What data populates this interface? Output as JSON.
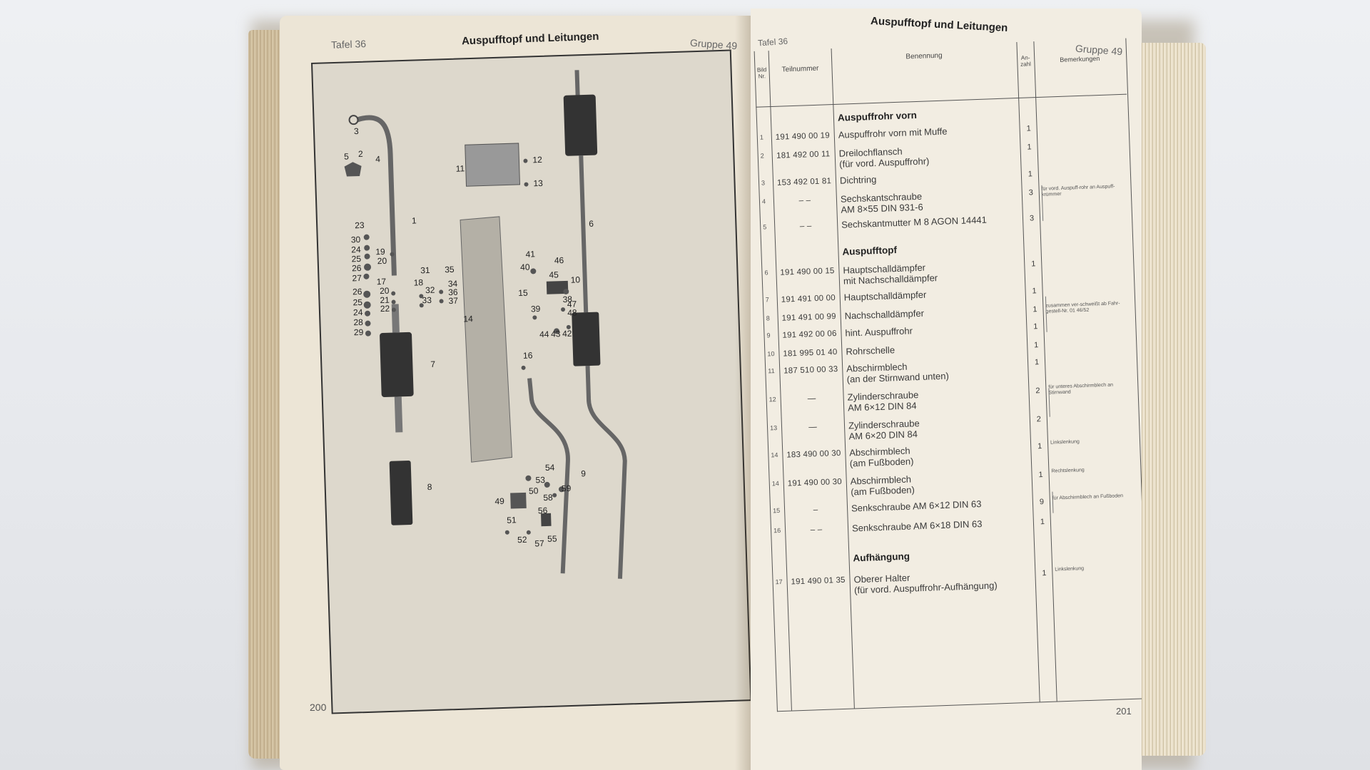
{
  "left_page": {
    "tafel": "Tafel 36",
    "title": "Auspufftopf und Leitungen",
    "gruppe": "Gruppe 49",
    "page_number": "200",
    "callouts": [
      "1",
      "2",
      "3",
      "4",
      "5",
      "6",
      "7",
      "8",
      "9",
      "10",
      "11",
      "12",
      "13",
      "14",
      "15",
      "16",
      "17",
      "18",
      "19",
      "20",
      "20",
      "21",
      "22",
      "23",
      "24",
      "24",
      "25",
      "25",
      "26",
      "26",
      "27",
      "28",
      "29",
      "30",
      "31",
      "32",
      "33",
      "34",
      "35",
      "36",
      "37",
      "38",
      "39",
      "40",
      "41",
      "42",
      "43",
      "44",
      "45",
      "46",
      "47",
      "48",
      "49",
      "50",
      "51",
      "52",
      "53",
      "54",
      "55",
      "56",
      "57",
      "58",
      "59"
    ]
  },
  "right_page": {
    "tafel": "Tafel 36",
    "title": "Auspufftopf und Leitungen",
    "gruppe": "Gruppe 49",
    "page_number": "201",
    "columns": {
      "pos": "Bild Nr.",
      "teilnummer": "Teilnummer",
      "benennung": "Benennung",
      "anzahl": "An-zahl",
      "bemerkungen": "Bemerkungen"
    },
    "sections": [
      {
        "heading": "Auspuffrohr vorn"
      },
      {
        "heading": "Auspufftopf"
      },
      {
        "heading": "Aufhängung"
      }
    ],
    "rows": [
      {
        "pos": "1",
        "teilnummer": "191 490 00 19",
        "benennung": "Auspuffrohr vorn mit Muffe",
        "anzahl": "1",
        "bemerkung": ""
      },
      {
        "pos": "2",
        "teilnummer": "181 492 00 11",
        "benennung": "Dreilochflansch",
        "benennung2": "(für vord. Auspuffrohr)",
        "anzahl": "1",
        "bemerkung": ""
      },
      {
        "pos": "3",
        "teilnummer": "153 492 01 81",
        "benennung": "Dichtring",
        "anzahl": "1",
        "bemerkung": ""
      },
      {
        "pos": "4",
        "teilnummer": "– –",
        "benennung": "Sechskantschraube",
        "benennung2": "AM 8×55 DIN 931-6",
        "anzahl": "3",
        "bemerkung": "für vord. Auspuff-rohr an Auspuff-krümmer"
      },
      {
        "pos": "5",
        "teilnummer": "– –",
        "benennung": "Sechskantmutter M 8 AGON 14441",
        "anzahl": "3",
        "bemerkung": ""
      },
      {
        "pos": "6",
        "teilnummer": "191 490 00 15",
        "benennung": "Hauptschalldämpfer",
        "benennung2": "mit Nachschalldämpfer",
        "anzahl": "1",
        "bemerkung": ""
      },
      {
        "pos": "7",
        "teilnummer": "191 491 00 00",
        "benennung": "Hauptschalldämpfer",
        "anzahl": "1",
        "bemerkung": ""
      },
      {
        "pos": "8",
        "teilnummer": "191 491 00 99",
        "benennung": "Nachschalldämpfer",
        "anzahl": "1",
        "bemerkung": "zusammen ver-schweißt ab Fahr-gestell-Nr. 01 46/52"
      },
      {
        "pos": "9",
        "teilnummer": "191 492 00 06",
        "benennung": "hint. Auspuffrohr",
        "anzahl": "1",
        "bemerkung": ""
      },
      {
        "pos": "10",
        "teilnummer": "181 995 01 40",
        "benennung": "Rohrschelle",
        "anzahl": "1",
        "bemerkung": ""
      },
      {
        "pos": "11",
        "teilnummer": "187 510 00 33",
        "benennung": "Abschirmblech",
        "benennung2": "(an der Stirnwand unten)",
        "anzahl": "1",
        "bemerkung": ""
      },
      {
        "pos": "12",
        "teilnummer": "—",
        "benennung": "Zylinderschraube",
        "benennung2": "AM 6×12 DIN 84",
        "anzahl": "2",
        "bemerkung": "für unteres Abschirmblech an Stirnwand"
      },
      {
        "pos": "13",
        "teilnummer": "—",
        "benennung": "Zylinderschraube",
        "benennung2": "AM 6×20 DIN 84",
        "anzahl": "2",
        "bemerkung": ""
      },
      {
        "pos": "14",
        "teilnummer": "183 490 00 30",
        "benennung": "Abschirmblech",
        "benennung2": "(am Fußboden)",
        "anzahl": "1",
        "bemerkung": "Linkslenkung"
      },
      {
        "pos": "14",
        "teilnummer": "191 490 00 30",
        "benennung": "Abschirmblech",
        "benennung2": "(am Fußboden)",
        "anzahl": "1",
        "bemerkung": "Rechtslenkung"
      },
      {
        "pos": "15",
        "teilnummer": "–",
        "benennung": "Senkschraube AM 6×12 DIN 63",
        "anzahl": "9",
        "bemerkung": "für Abschirmblech an Fußboden"
      },
      {
        "pos": "16",
        "teilnummer": "– –",
        "benennung": "Senkschraube AM 6×18 DIN 63",
        "anzahl": "1",
        "bemerkung": ""
      },
      {
        "pos": "17",
        "teilnummer": "191 490 01 35",
        "benennung": "Oberer Halter",
        "benennung2": "(für vord. Auspuffrohr-Aufhängung)",
        "anzahl": "1",
        "bemerkung": "Linkslenkung"
      }
    ]
  }
}
